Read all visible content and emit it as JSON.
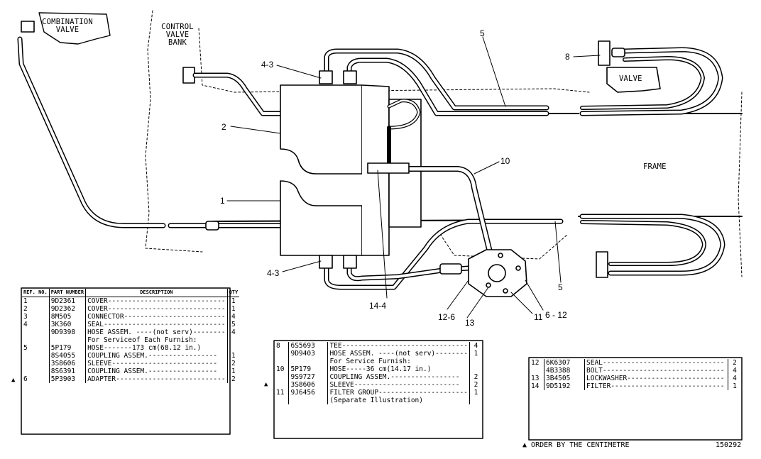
{
  "labels": {
    "combination_valve": [
      "COMBINATION",
      "VALVE"
    ],
    "control_valve_bank": [
      "CONTROL",
      "VALVE",
      "BANK"
    ],
    "valve": "VALVE",
    "frame": "FRAME"
  },
  "callouts": [
    "1",
    "2",
    "4-3",
    "5",
    "8",
    "10",
    "4-3",
    "14-4",
    "12-6",
    "13",
    "11",
    "6 - 12",
    "5"
  ],
  "table1": {
    "headers": [
      "REF. NO.",
      "PART NUMBER",
      "DESCRIPTION",
      "QTY"
    ],
    "rows": [
      {
        "ref": "1",
        "part": "9D2361",
        "desc": "COVER",
        "qty": "1"
      },
      {
        "ref": "2",
        "part": "9D2362",
        "desc": "COVER",
        "qty": "1"
      },
      {
        "ref": "3",
        "part": "8M505",
        "desc": "CONNECTOR",
        "qty": "4"
      },
      {
        "ref": "4",
        "part": "3K360",
        "desc": "SEAL",
        "qty": "5"
      },
      {
        "ref": "",
        "part": "9D9398",
        "desc": "HOSE ASSEM. ----(not serv)",
        "qty": "4"
      },
      {
        "ref": "",
        "part": "",
        "desc": "  For Serviceof Each Furnish:",
        "qty": ""
      },
      {
        "ref": "5",
        "part": "5P179",
        "desc": "  HOSE-------173 cm(68.12 in.)",
        "qty": ""
      },
      {
        "ref": "",
        "part": "8S4055",
        "desc": "  COUPLING ASSEM.",
        "qty": "1"
      },
      {
        "ref": "",
        "part": "3S8606",
        "desc": "  SLEEVE",
        "qty": "2"
      },
      {
        "ref": "",
        "part": "8S6391",
        "desc": "  COUPLING ASSEM.",
        "qty": "1"
      },
      {
        "ref": "6",
        "part": "5P3903",
        "desc": "ADAPTER",
        "qty": "2"
      }
    ]
  },
  "table2": {
    "rows": [
      {
        "ref": "8",
        "part": "6S5693",
        "desc": "TEE",
        "qty": "4"
      },
      {
        "ref": "",
        "part": "",
        "desc": "",
        "qty": ""
      },
      {
        "ref": "",
        "part": "9D9403",
        "desc": "HOSE ASSEM. ----(not serv)",
        "qty": "1"
      },
      {
        "ref": "",
        "part": "",
        "desc": "  For Service Furnish:",
        "qty": ""
      },
      {
        "ref": "10",
        "part": "5P179",
        "desc": "  HOSE-----36 cm(14.17 in.)",
        "qty": ""
      },
      {
        "ref": "",
        "part": "9S9727",
        "desc": "  COUPLING ASSEM.",
        "qty": "2"
      },
      {
        "ref": "",
        "part": "3S8606",
        "desc": "  SLEEVE",
        "qty": "2"
      },
      {
        "ref": "11",
        "part": "9J6456",
        "desc": "FILTER GROUP",
        "qty": "1"
      },
      {
        "ref": "",
        "part": "",
        "desc": "  (Separate Illustration)",
        "qty": ""
      }
    ]
  },
  "table3": {
    "rows": [
      {
        "ref": "12",
        "part": "6K6307",
        "desc": "SEAL",
        "qty": "2"
      },
      {
        "ref": "",
        "part": "4B3388",
        "desc": "BOLT",
        "qty": "4"
      },
      {
        "ref": "13",
        "part": "3B4505",
        "desc": "LOCKWASHER",
        "qty": "4"
      },
      {
        "ref": "14",
        "part": "9D5192",
        "desc": "FILTER",
        "qty": "1"
      }
    ]
  },
  "footnote": "ORDER BY THE CENTIMETRE",
  "figure_number": "150292"
}
